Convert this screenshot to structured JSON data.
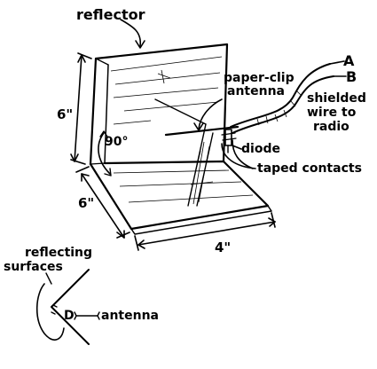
{
  "labels": {
    "reflector": "reflector",
    "paperclip_line1": "paper-clip",
    "paperclip_line2": "antenna",
    "wire_a": "A",
    "wire_b": "B",
    "shielded_line1": "shielded",
    "shielded_line2": "wire to",
    "shielded_line3": "radio",
    "diode": "diode",
    "taped_contacts": "taped contacts",
    "height_dim": "6\"",
    "angle": "90°",
    "depth_dim": "6\"",
    "width_dim": "4\"",
    "reflecting_line1": "reflecting",
    "reflecting_line2": "surfaces",
    "inset_d": "D",
    "inset_antenna": "antenna"
  }
}
